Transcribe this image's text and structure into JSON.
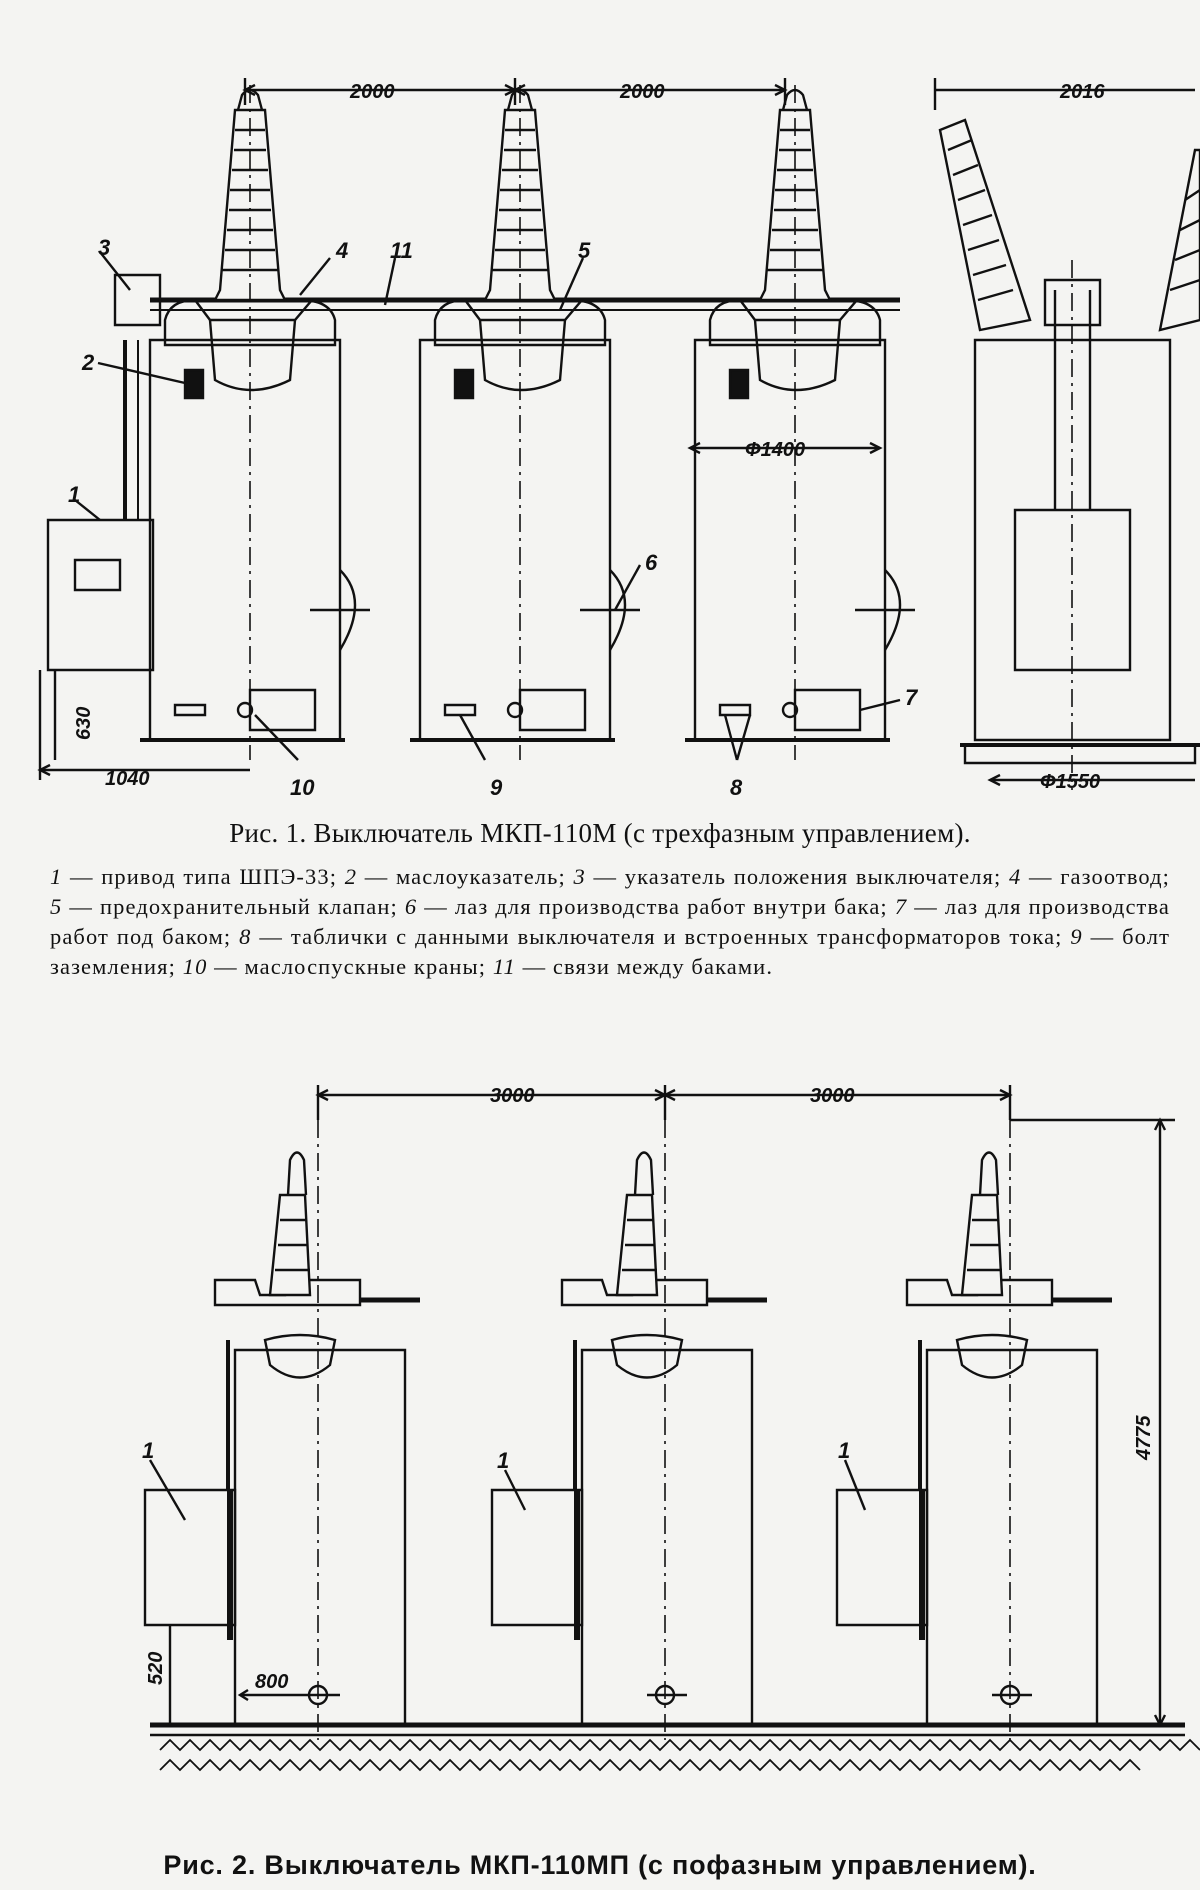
{
  "figure1": {
    "dimensions": {
      "pitch_left": "2000",
      "pitch_right": "2000",
      "side_pitch": "2016",
      "tank_dia": "Ф1400",
      "base_dia": "Ф1550",
      "drive_width": "1040",
      "drive_height": "630"
    },
    "callouts": [
      "1",
      "2",
      "3",
      "4",
      "5",
      "6",
      "7",
      "8",
      "9",
      "10",
      "11"
    ],
    "caption": "Рис. 1. Выключатель МКП-110М (с трехфазным управлением).",
    "legend": [
      {
        "n": "1",
        "t": " — привод типа ШПЭ-33; "
      },
      {
        "n": "2",
        "t": " — маслоуказатель; "
      },
      {
        "n": "3",
        "t": " — указатель положения выключателя; "
      },
      {
        "n": "4",
        "t": " — газоотвод; "
      },
      {
        "n": "5",
        "t": " — предохранительный клапан; "
      },
      {
        "n": "6",
        "t": " — лаз для производства работ внутри бака; "
      },
      {
        "n": "7",
        "t": " — лаз для производства работ под баком; "
      },
      {
        "n": "8",
        "t": " — таблички с данными выключателя и встроенных трансформаторов тока; "
      },
      {
        "n": "9",
        "t": " — болт заземления; "
      },
      {
        "n": "10",
        "t": " — маслоспускные краны; "
      },
      {
        "n": "11",
        "t": " — связи между баками."
      }
    ]
  },
  "figure2": {
    "dimensions": {
      "pitch_left": "3000",
      "pitch_right": "3000",
      "height": "4775",
      "base_height": "520",
      "offset": "800"
    },
    "callout": "1",
    "caption": "Рис. 2. Выключатель МКП-110МП (с пофазным управлением)."
  }
}
